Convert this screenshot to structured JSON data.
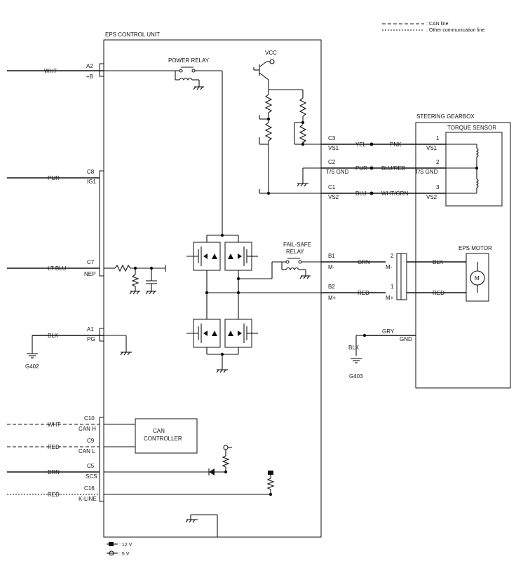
{
  "legend": {
    "can_line": ": CAN line",
    "other_line": ": Other communication line",
    "v12": ": 12 V",
    "v5": ": 5 V"
  },
  "ecu": {
    "title": "EPS CONTROL UNIT",
    "power_relay": "POWER RELAY",
    "vcc": "VCC",
    "fail_safe_1": "FAIL-SAFE",
    "fail_safe_2": "RELAY",
    "can_controller_1": "CAN",
    "can_controller_2": "CONTROLLER"
  },
  "pins": [
    {
      "wire": "WHT",
      "pin": "A2",
      "name": "+B"
    },
    {
      "wire": "PUR",
      "pin": "C8",
      "name": "IG1"
    },
    {
      "wire": "LT BLU",
      "pin": "C7",
      "name": "NEP"
    },
    {
      "wire": "BLK",
      "pin": "A1",
      "name": "PG"
    },
    {
      "wire": "WHT",
      "pin": "C10",
      "name": "CAN H"
    },
    {
      "wire": "RED",
      "pin": "C9",
      "name": "CAN L"
    },
    {
      "wire": "BRN",
      "pin": "C5",
      "name": "SCS"
    },
    {
      "wire": "RED",
      "pin": "C16",
      "name": "K-LINE"
    }
  ],
  "grounds": {
    "g402": "G402",
    "g403": "G403"
  },
  "right_pins": [
    {
      "pin": "C3",
      "name": "VS1",
      "wire1": "YEL",
      "wire2": "PNK",
      "gb_pin": "1",
      "gb_name": "VS1"
    },
    {
      "pin": "C2",
      "name": "T/S GND",
      "wire1": "PUR",
      "wire2": "BLU/RED",
      "gb_pin": "2",
      "gb_name": "T/S GND"
    },
    {
      "pin": "C1",
      "name": "VS2",
      "wire1": "BLU",
      "wire2": "WHT/GRN",
      "gb_pin": "3",
      "gb_name": "VS2"
    },
    {
      "pin": "B1",
      "name": "M-",
      "wire1": "GRN",
      "gb_pin": "2",
      "gb_name": "M-",
      "motor_wire": "BLK"
    },
    {
      "pin": "B2",
      "name": "M+",
      "wire1": "RED",
      "gb_pin": "1",
      "gb_name": "M+",
      "motor_wire": "RED"
    }
  ],
  "gearbox": {
    "title": "STEERING GEARBOX",
    "torque_sensor": "TORQUE SENSOR",
    "eps_motor": "EPS MOTOR",
    "motor_symbol": "M",
    "gry": "GRY",
    "gnd": "GND",
    "blk": "BLK"
  }
}
